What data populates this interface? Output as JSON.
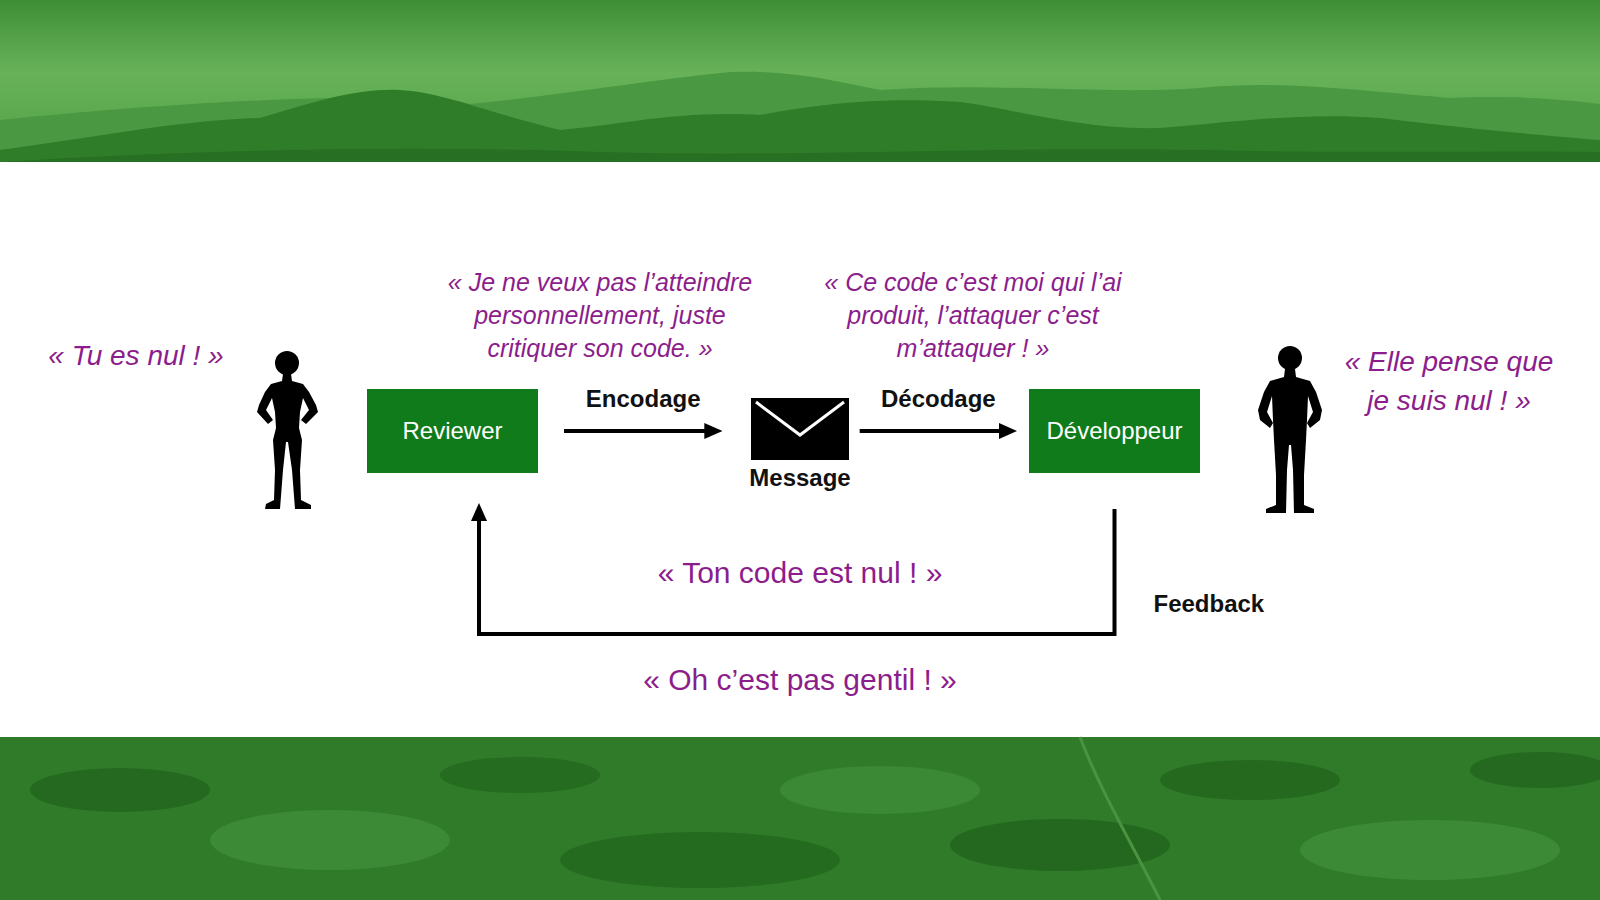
{
  "diagram": {
    "nodes": [
      {
        "text": [
          "Reviewer"
        ]
      },
      {
        "text": [
          "Message"
        ]
      },
      {
        "text": [
          "Développeur"
        ]
      }
    ],
    "edges": [
      {
        "from": 0,
        "to": 1,
        "label": "Encodage",
        "arrow": "to"
      },
      {
        "from": 1,
        "to": 2,
        "label": "Décodage",
        "arrow": "to"
      },
      {
        "from": 2,
        "to": 0,
        "label": "Feedback",
        "arrow": "to"
      }
    ],
    "labels": [
      "« Tu es nul ! »",
      "« Je ne veux pas l’atteindre personnellement, juste critiquer son code. »",
      "« Ce code c’est moi qui l’ai produit, l’attaquer c’est m’attaquer ! »",
      "« Elle pense que je suis nul ! »",
      "« Ton code est nul ! »",
      "« Oh c’est pas gentil ! »"
    ]
  }
}
